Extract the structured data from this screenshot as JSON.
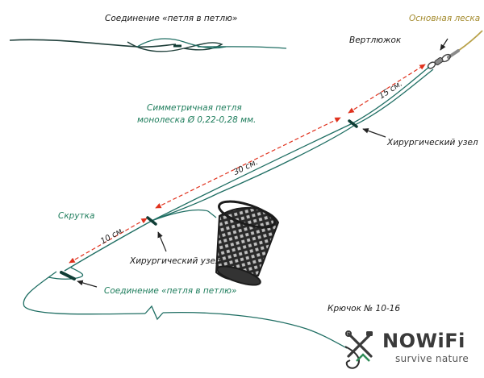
{
  "labels": {
    "loop_connection_top": "Соединение «петля в петлю»",
    "main_line": "Основная леска",
    "swivel": "Вертлюжок",
    "symmetric_loop_line1": "Симметричная петля",
    "symmetric_loop_line2": "монолеска Ø 0,22-0,28 мм.",
    "surgical_knot_right": "Хирургический узел",
    "twist": "Скрутка",
    "surgical_knot_bottom": "Хирургический узел",
    "loop_connection_bottom": "Соединение «петля в петлю»",
    "hook": "Крючок № 10-16"
  },
  "distances": {
    "d15": "15 см.",
    "d30": "30 см.",
    "d10": "10 см."
  },
  "brand": {
    "name": "NOWiFi",
    "tagline": "survive nature"
  },
  "colors": {
    "line": "#1f6e63",
    "arrow": "#e0321e",
    "feeder": "#2a2a2a",
    "label_green": "#1e7d5c",
    "label_gold": "#a38a2c"
  }
}
